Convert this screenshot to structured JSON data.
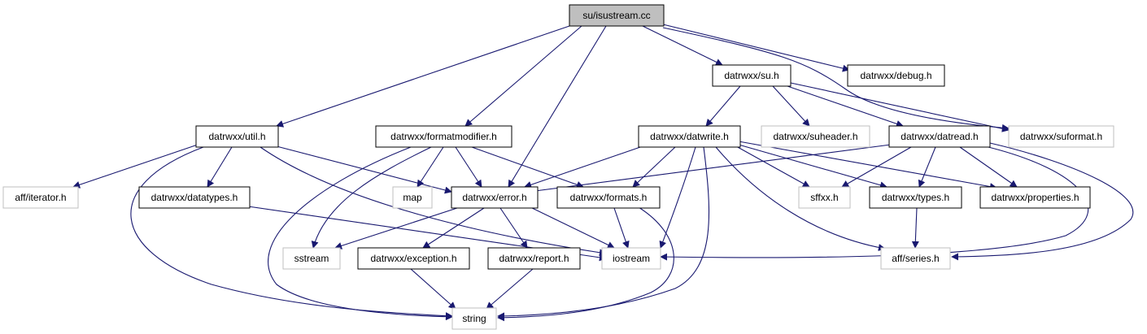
{
  "colors": {
    "edge": "#191970",
    "local_border": "#000000",
    "system_border": "#bfbfbf",
    "root_fill": "#bfbfbf",
    "node_fill": "#ffffff",
    "text": "#000000"
  },
  "nodes": {
    "isustream": {
      "label": "su/isustream.cc",
      "kind": "root"
    },
    "su": {
      "label": "datrwxx/su.h",
      "kind": "local"
    },
    "debug": {
      "label": "datrwxx/debug.h",
      "kind": "local"
    },
    "util": {
      "label": "datrwxx/util.h",
      "kind": "local"
    },
    "formatmodifier": {
      "label": "datrwxx/formatmodifier.h",
      "kind": "local"
    },
    "datwrite": {
      "label": "datrwxx/datwrite.h",
      "kind": "local"
    },
    "suheader": {
      "label": "datrwxx/suheader.h",
      "kind": "system"
    },
    "datread": {
      "label": "datrwxx/datread.h",
      "kind": "local"
    },
    "suformat": {
      "label": "datrwxx/suformat.h",
      "kind": "system"
    },
    "iterator": {
      "label": "aff/iterator.h",
      "kind": "system"
    },
    "datatypes": {
      "label": "datrwxx/datatypes.h",
      "kind": "local"
    },
    "map": {
      "label": "map",
      "kind": "system"
    },
    "error": {
      "label": "datrwxx/error.h",
      "kind": "local"
    },
    "formats": {
      "label": "datrwxx/formats.h",
      "kind": "local"
    },
    "sffxx": {
      "label": "sffxx.h",
      "kind": "system"
    },
    "types": {
      "label": "datrwxx/types.h",
      "kind": "local"
    },
    "properties": {
      "label": "datrwxx/properties.h",
      "kind": "local"
    },
    "sstream": {
      "label": "sstream",
      "kind": "system"
    },
    "exception": {
      "label": "datrwxx/exception.h",
      "kind": "local"
    },
    "report": {
      "label": "datrwxx/report.h",
      "kind": "local"
    },
    "iostream": {
      "label": "iostream",
      "kind": "system"
    },
    "series": {
      "label": "aff/series.h",
      "kind": "system"
    },
    "string": {
      "label": "string",
      "kind": "system"
    }
  },
  "edges": [
    [
      "isustream",
      "util"
    ],
    [
      "isustream",
      "formatmodifier"
    ],
    [
      "isustream",
      "error"
    ],
    [
      "isustream",
      "su"
    ],
    [
      "isustream",
      "debug"
    ],
    [
      "isustream",
      "suformat"
    ],
    [
      "su",
      "datwrite"
    ],
    [
      "su",
      "suheader"
    ],
    [
      "su",
      "datread"
    ],
    [
      "su",
      "suformat"
    ],
    [
      "util",
      "iterator"
    ],
    [
      "util",
      "datatypes"
    ],
    [
      "util",
      "error"
    ],
    [
      "util",
      "iostream"
    ],
    [
      "util",
      "string"
    ],
    [
      "formatmodifier",
      "map"
    ],
    [
      "formatmodifier",
      "error"
    ],
    [
      "formatmodifier",
      "formats"
    ],
    [
      "formatmodifier",
      "sstream"
    ],
    [
      "formatmodifier",
      "string"
    ],
    [
      "datwrite",
      "error"
    ],
    [
      "datwrite",
      "formats"
    ],
    [
      "datwrite",
      "sffxx"
    ],
    [
      "datwrite",
      "types"
    ],
    [
      "datwrite",
      "properties"
    ],
    [
      "datwrite",
      "iostream"
    ],
    [
      "datwrite",
      "series"
    ],
    [
      "datwrite",
      "string"
    ],
    [
      "datread",
      "error"
    ],
    [
      "datread",
      "sffxx"
    ],
    [
      "datread",
      "types"
    ],
    [
      "datread",
      "properties"
    ],
    [
      "datread",
      "iostream"
    ],
    [
      "datread",
      "series"
    ],
    [
      "datatypes",
      "iostream"
    ],
    [
      "error",
      "sstream"
    ],
    [
      "error",
      "exception"
    ],
    [
      "error",
      "report"
    ],
    [
      "error",
      "iostream"
    ],
    [
      "formats",
      "iostream"
    ],
    [
      "formats",
      "string"
    ],
    [
      "types",
      "series"
    ],
    [
      "exception",
      "string"
    ],
    [
      "report",
      "string"
    ]
  ]
}
